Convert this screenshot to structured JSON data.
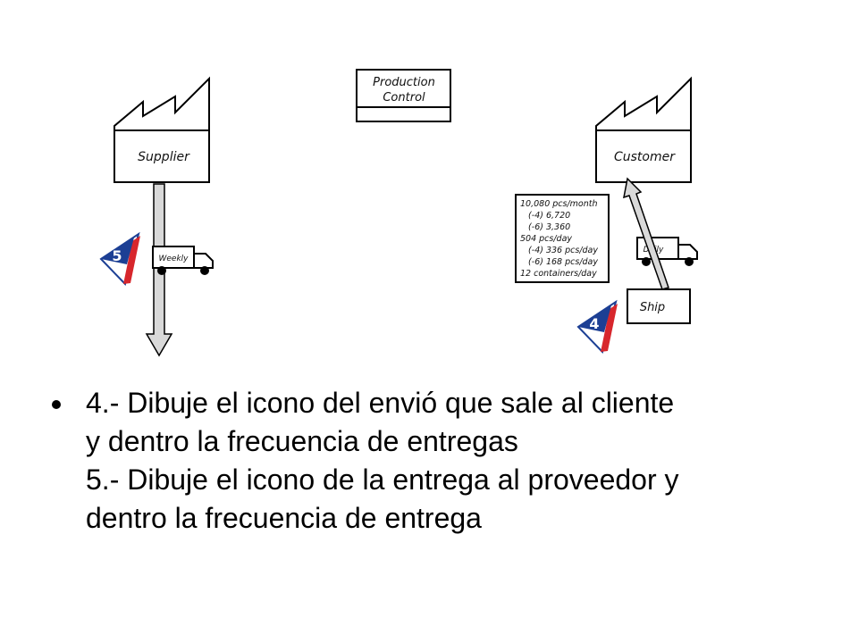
{
  "diagram": {
    "supplier_label": "Supplier",
    "customer_label": "Customer",
    "production_control_line1": "Production",
    "production_control_line2": "Control",
    "weekly_truck_label": "Weekly",
    "daily_truck_label": "Daily",
    "ship_label": "Ship",
    "supplier_kanban_number": "5",
    "customer_kanban_number": "4",
    "data_box_lines": [
      "10,080 pcs/month",
      "   (-4) 6,720",
      "   (-6) 3,360",
      "504 pcs/day",
      "   (-4) 336 pcs/day",
      "   (-6) 168 pcs/day",
      "12 containers/day"
    ],
    "colors": {
      "flag_blue": "#1c3f94",
      "flag_red": "#d7262c",
      "arrow_gray": "#d9d9d9"
    }
  },
  "instructions": {
    "lines": [
      "4.- Dibuje el icono del envió que sale al cliente",
      "y dentro la frecuencia de entregas",
      "5.- Dibuje el icono de la entrega al proveedor y",
      "dentro la frecuencia de entrega"
    ]
  }
}
